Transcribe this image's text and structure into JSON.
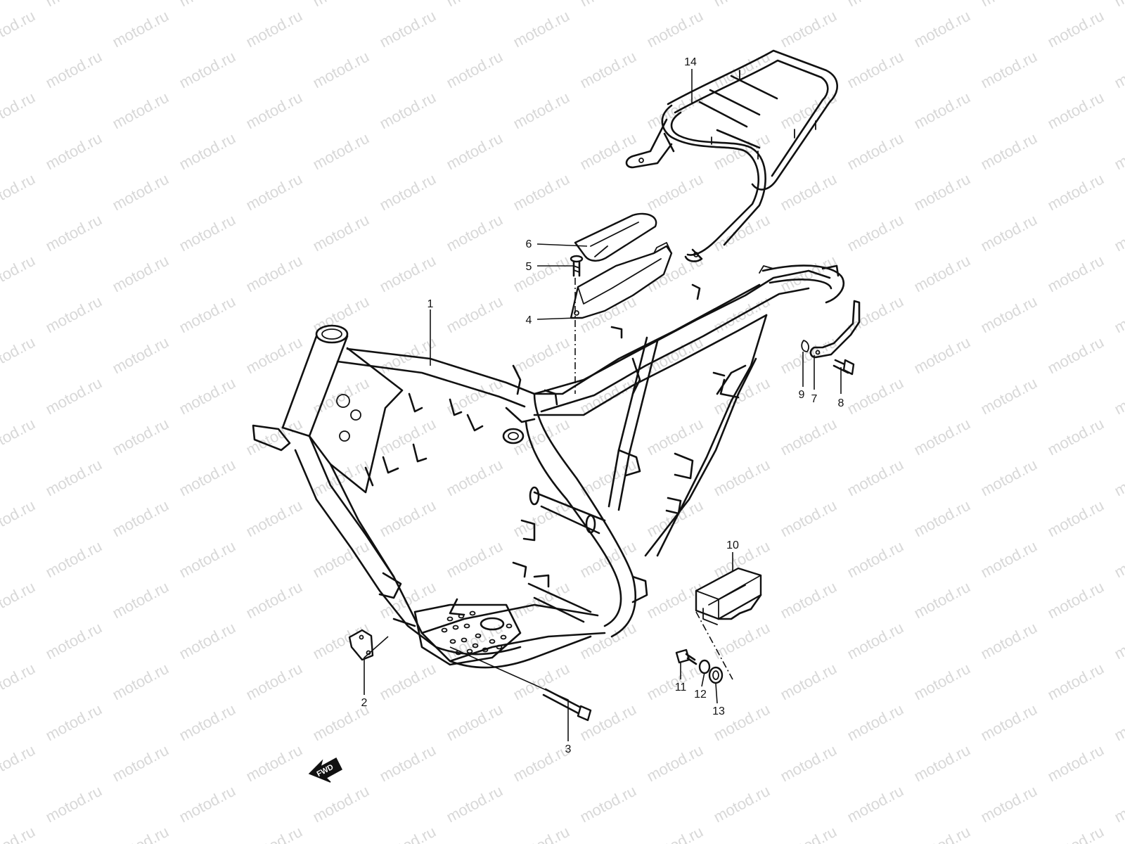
{
  "watermark": "motod.ru",
  "fwd_label": "FWD",
  "callouts": {
    "c1": "1",
    "c2": "2",
    "c3": "3",
    "c4": "4",
    "c5": "5",
    "c6": "6",
    "c7": "7",
    "c8": "8",
    "c9": "9",
    "c10": "10",
    "c11": "11",
    "c12": "12",
    "c13": "13",
    "c14": "14"
  },
  "colors": {
    "line": "#111111",
    "background": "#ffffff",
    "watermark": "#d8d8d8"
  }
}
